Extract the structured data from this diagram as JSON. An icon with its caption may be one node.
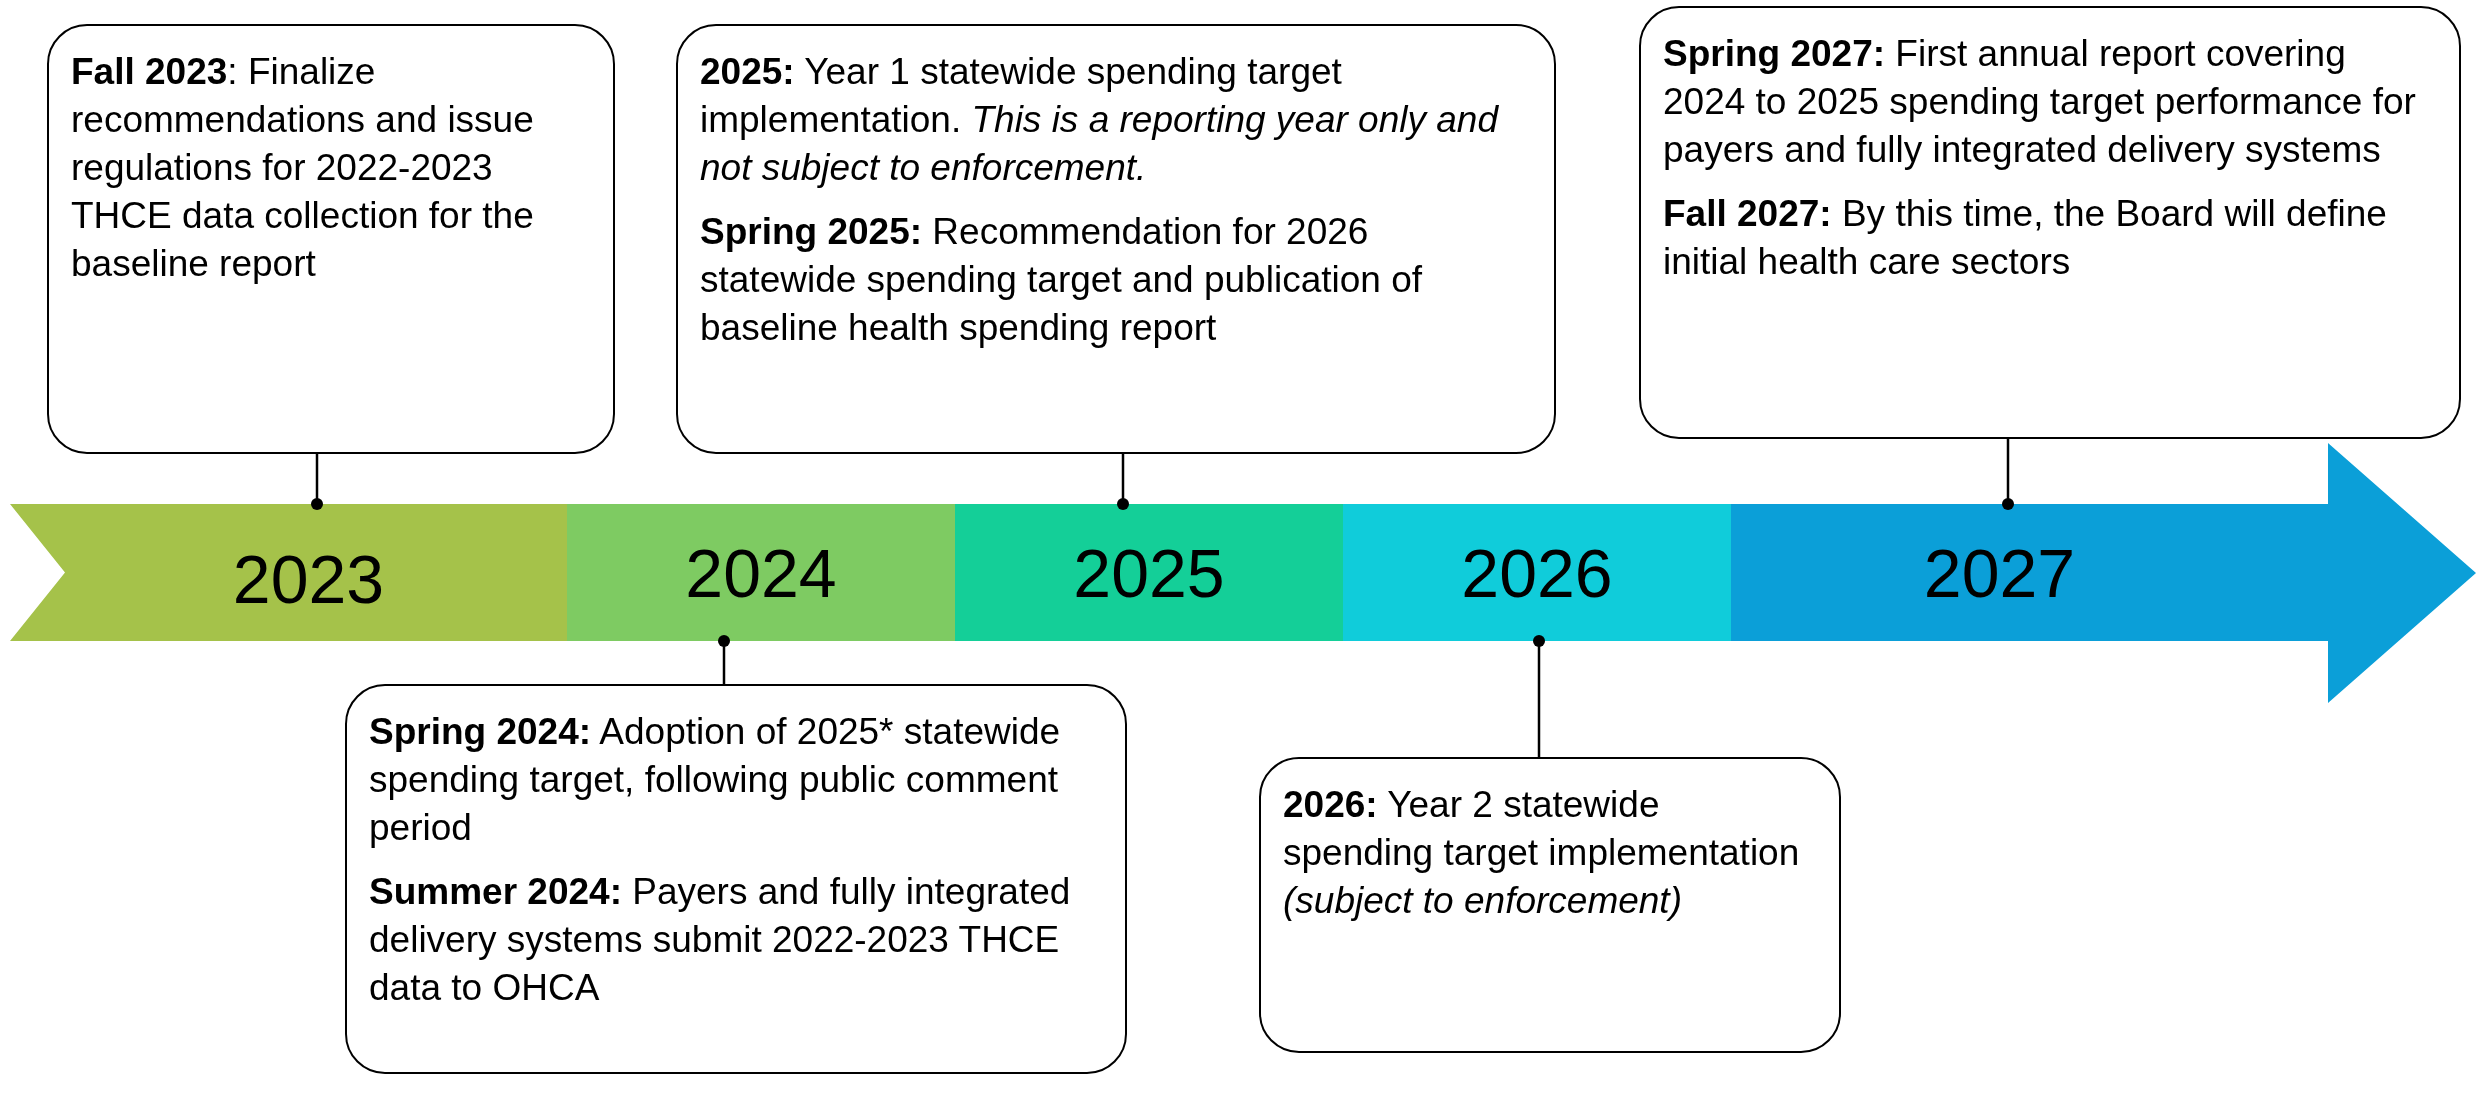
{
  "diagram": {
    "nodes": [
      {
        "text": [
          "**Fall 2023**: Finalize recommendations and issue regulations for 2022-2023 THCE data collection for the baseline report"
        ]
      },
      {
        "text": [
          "**2025:** Year 1 statewide spending target implementation. *This is a reporting year only and not subject to enforcement.*",
          "**Spring 2025:** Recommendation for 2026 statewide spending target and publication of baseline health spending report"
        ]
      },
      {
        "text": [
          "**Spring 2027:** First annual report covering 2024 to 2025 spending target performance for payers and fully integrated delivery systems",
          "**Fall 2027:** By this time, the Board will define initial health care sectors"
        ]
      },
      {
        "text": [
          "2023"
        ]
      },
      {
        "text": [
          "2024"
        ]
      },
      {
        "text": [
          "2025"
        ]
      },
      {
        "text": [
          "2026"
        ]
      },
      {
        "text": [
          "2027"
        ]
      },
      {
        "text": [
          "**Spring 2024:** Adoption of 2025* statewide spending target, following public comment period",
          "**Summer 2024:** Payers and fully integrated delivery systems submit 2022-2023 THCE data to OHCA"
        ]
      },
      {
        "text": [
          "**2026:** Year 2 statewide spending target implementation *(subject to enforcement)*"
        ]
      }
    ],
    "edges": [
      {
        "from": 0,
        "to": 3,
        "arrow": "other"
      },
      {
        "from": 1,
        "to": 5,
        "arrow": "other"
      },
      {
        "from": 2,
        "to": 7,
        "arrow": "other"
      },
      {
        "from": 8,
        "to": 4,
        "arrow": "other"
      },
      {
        "from": 9,
        "to": 6,
        "arrow": "other"
      }
    ]
  }
}
